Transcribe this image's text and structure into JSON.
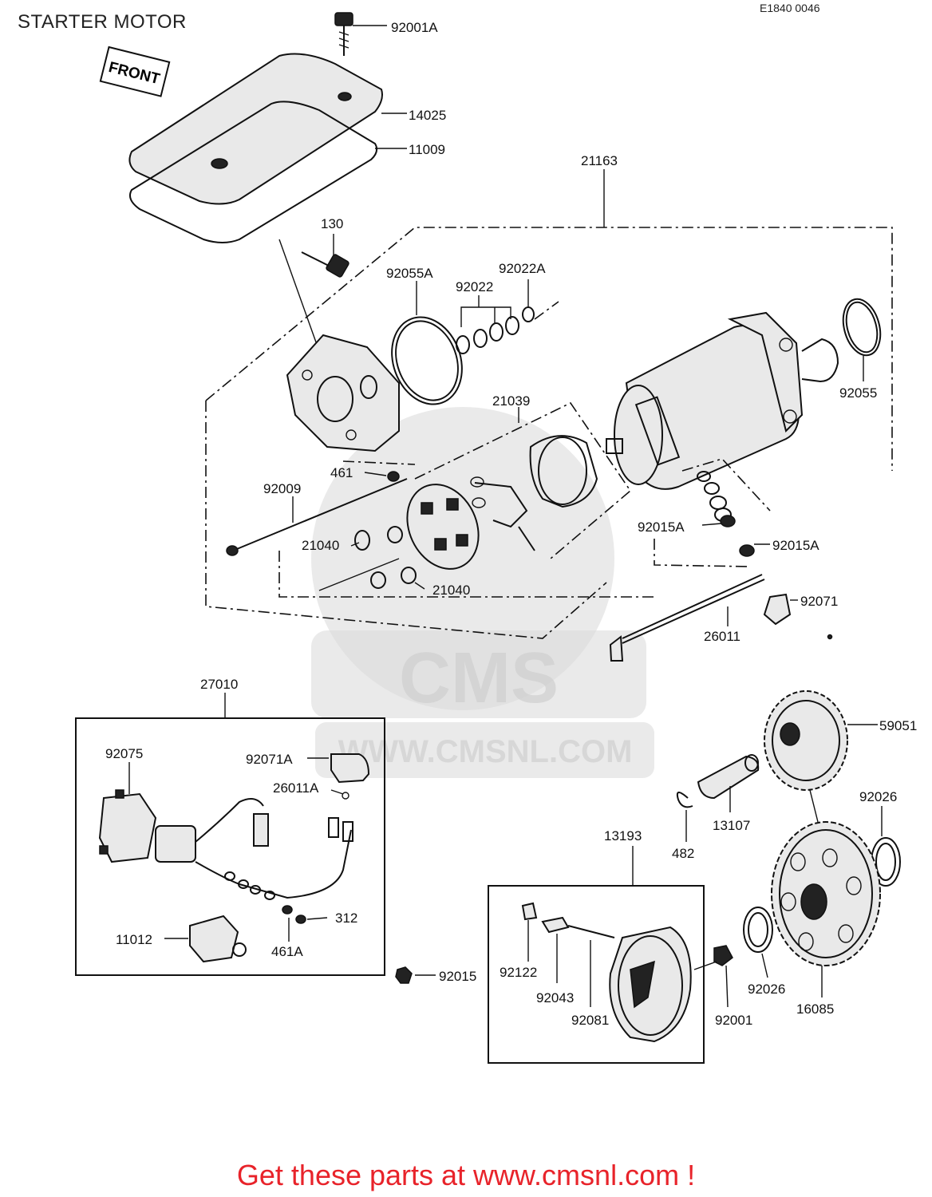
{
  "title": "STARTER MOTOR",
  "diagram_code": "E1840 0046",
  "front_marker": "FRONT",
  "watermark": {
    "brand": "CMS",
    "url": "WWW.CMSNL.COM"
  },
  "footer": {
    "link_text": "Get these parts at www.cmsnl.com !",
    "color": "#e8232a"
  },
  "labels": {
    "p92001A": "92001A",
    "p14025": "14025",
    "p11009": "11009",
    "p21163": "21163",
    "p130": "130",
    "p92055A": "92055A",
    "p92022": "92022",
    "p92022A": "92022A",
    "p92055": "92055",
    "p21039": "21039",
    "p461": "461",
    "p92009": "92009",
    "p21040a": "21040",
    "p21040b": "21040",
    "p92015Aa": "92015A",
    "p92015Ab": "92015A",
    "p92071": "92071",
    "p26011": "26011",
    "p27010": "27010",
    "p92075": "92075",
    "p92071A": "92071A",
    "p26011A": "26011A",
    "p11012": "11012",
    "p461A": "461A",
    "p312": "312",
    "p92015": "92015",
    "p59051": "59051",
    "p92026a": "92026",
    "p482": "482",
    "p13107": "13107",
    "p13193": "13193",
    "p92122": "92122",
    "p92043": "92043",
    "p92081": "92081",
    "p92001": "92001",
    "p92026b": "92026",
    "p16085": "16085"
  }
}
